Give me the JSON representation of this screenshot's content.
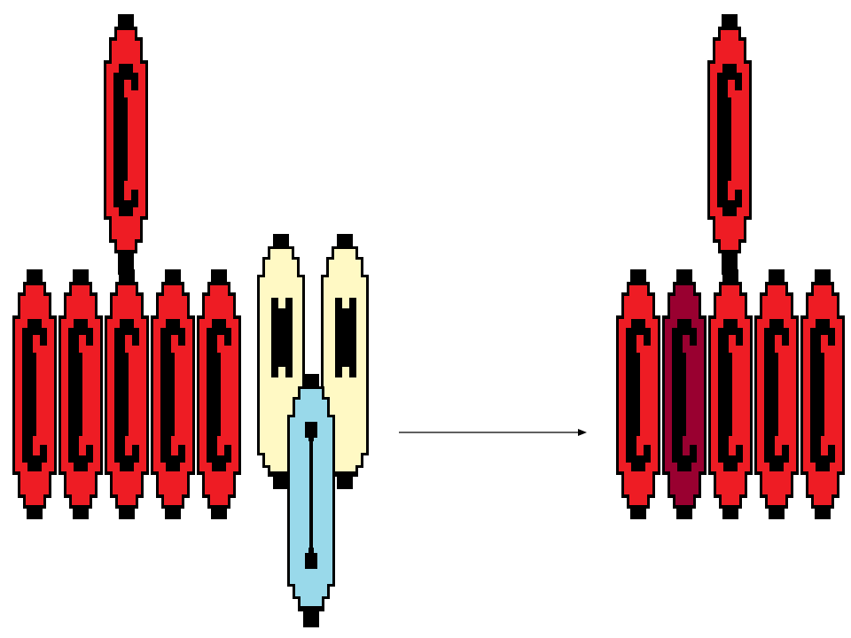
{
  "colors": {
    "background": "#ffffff",
    "outline": "#000000",
    "subunit_red": "#ee1c24",
    "subunit_highlight": "#990030",
    "antibody_heavy_yellow": "#fff9c4",
    "antibody_light_blue": "#99d9ea",
    "arrow": "#000000"
  },
  "diagram": {
    "description_icons": [
      "pentamer-complex-icon",
      "antibody-icon",
      "reaction-arrow-icon",
      "modified-pentamer-complex-icon"
    ],
    "left_complex": {
      "subunit_count": 5,
      "stalk_subunit": true,
      "highlighted_index": -1
    },
    "right_complex": {
      "subunit_count": 5,
      "stalk_subunit": true,
      "highlighted_index": 1
    }
  }
}
